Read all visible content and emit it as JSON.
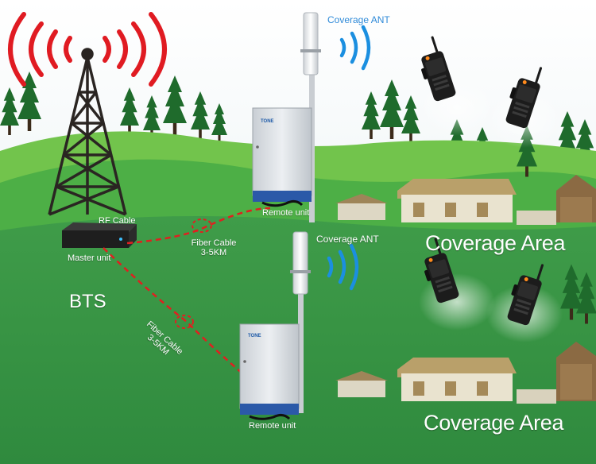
{
  "labels": {
    "rf_cable": "RF Cable",
    "master_unit": "Master unit",
    "bts": "BTS",
    "fiber_cable_1": "Fiber Cable",
    "fiber_distance_1": "3-5KM",
    "fiber_cable_2": "Fiber Cable",
    "fiber_distance_2": "3-5KM",
    "remote_unit_1": "Remote unit",
    "remote_unit_2": "Remote unit",
    "coverage_ant_1": "Coverage ANT",
    "coverage_ant_2": "Coverage ANT",
    "coverage_area_1": "Coverage Area",
    "coverage_area_2": "Coverage Area",
    "brand_1": "TONE",
    "brand_2": "TONE"
  },
  "colors": {
    "sky": "#eef3f6",
    "hill_light": "#6fc44a",
    "hill_dark": "#2e8a3a",
    "ground": "#3a9645",
    "tree": "#1f6b2c",
    "tower": "#2a2522",
    "bts_signal": "#e01b22",
    "antenna_wave": "#1b8fe0",
    "fiber_cable": "#e02020",
    "cabinet": "#d9dde2",
    "label_text": "#ffffff"
  },
  "icons": {
    "tower": "cell-tower-icon",
    "master": "master-unit-icon",
    "remote": "remote-unit-cabinet-icon",
    "antenna": "panel-antenna-icon",
    "radio": "walkie-talkie-icon",
    "farm": "farm-building-icon",
    "trees": "pine-tree-icon"
  }
}
